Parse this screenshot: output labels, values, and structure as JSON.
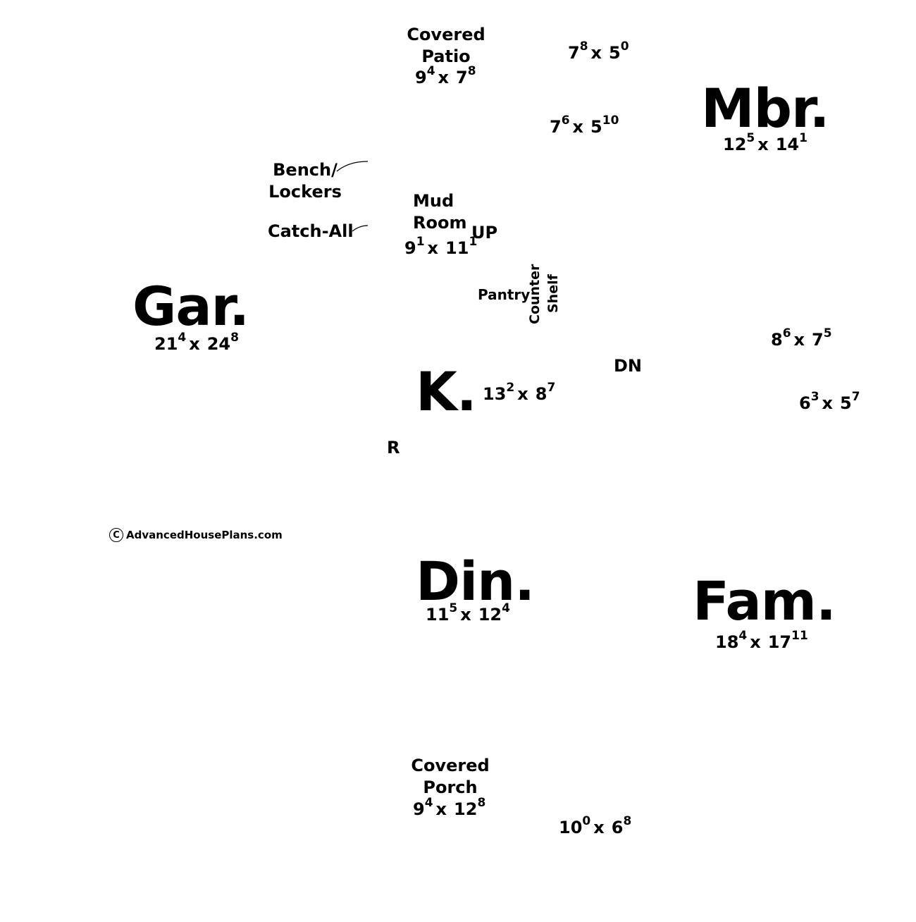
{
  "rooms": {
    "covered_patio": {
      "line1": "Covered",
      "line2": "Patio",
      "w": "9",
      "w_in": "4",
      "d": "7",
      "d_in": "8"
    },
    "closet_top": {
      "w": "7",
      "w_in": "8",
      "d": "5",
      "d_in": "0"
    },
    "bath_top": {
      "w": "7",
      "w_in": "6",
      "d": "5",
      "d_in": "10"
    },
    "master_bedroom": {
      "name": "Mbr.",
      "w": "12",
      "w_in": "5",
      "d": "14",
      "d_in": "1"
    },
    "mud_room": {
      "line1": "Mud",
      "line2": "Room",
      "w": "9",
      "w_in": "1",
      "d": "11",
      "d_in": "1"
    },
    "garage": {
      "name": "Gar.",
      "w": "21",
      "w_in": "4",
      "d": "24",
      "d_in": "8"
    },
    "kitchen": {
      "name": "K.",
      "w": "13",
      "w_in": "2",
      "d": "8",
      "d_in": "7"
    },
    "room_right_1": {
      "w": "8",
      "w_in": "6",
      "d": "7",
      "d_in": "5"
    },
    "room_right_2": {
      "w": "6",
      "w_in": "3",
      "d": "5",
      "d_in": "7"
    },
    "dining": {
      "name": "Din.",
      "w": "11",
      "w_in": "5",
      "d": "12",
      "d_in": "4"
    },
    "family": {
      "name": "Fam.",
      "w": "18",
      "w_in": "4",
      "d": "17",
      "d_in": "11"
    },
    "covered_porch": {
      "line1": "Covered",
      "line2": "Porch",
      "w": "9",
      "w_in": "4",
      "d": "12",
      "d_in": "8"
    },
    "room_bottom": {
      "w": "10",
      "w_in": "0",
      "d": "6",
      "d_in": "8"
    }
  },
  "labels": {
    "bench_line1": "Bench/",
    "bench_line2": "Lockers",
    "catch_all": "Catch-All",
    "up": "UP",
    "dn": "DN",
    "pantry": "Pantry",
    "counter": "Counter",
    "shelf": "Shelf",
    "refrigerator": "R",
    "x": "x"
  },
  "copyright": {
    "symbol": "C",
    "text": "AdvancedHousePlans.com"
  }
}
